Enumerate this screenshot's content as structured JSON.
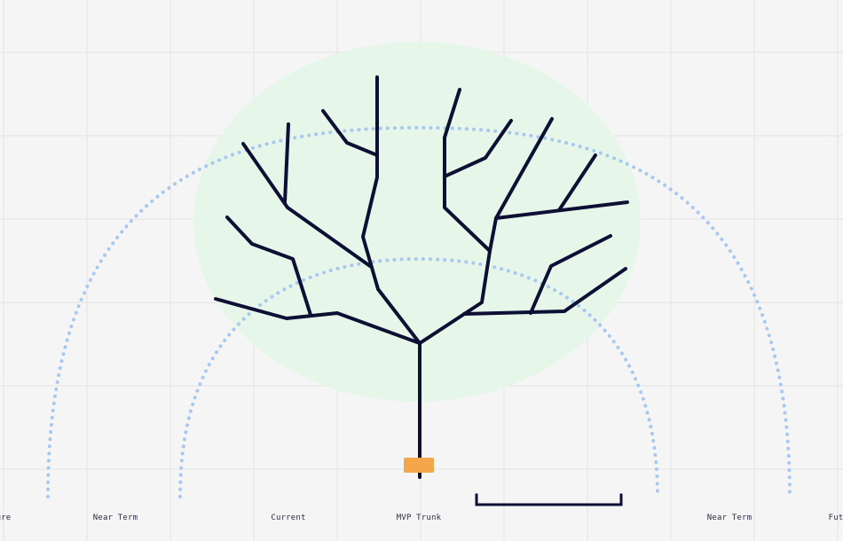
{
  "colors": {
    "background": "#f5f5f5",
    "grid": "#e3e3e3",
    "canopy": "#e6f7ea",
    "branches": "#0d0f33",
    "dotted_rings": "#a9c8f1",
    "sticky_note": "#f5a54a"
  },
  "labels": {
    "future_left": "ure",
    "near_term_left": "Near Term",
    "current": "Current",
    "mvp_trunk": "MVP Trunk",
    "near_term_right": "Near Term",
    "future_right": "Fut"
  }
}
